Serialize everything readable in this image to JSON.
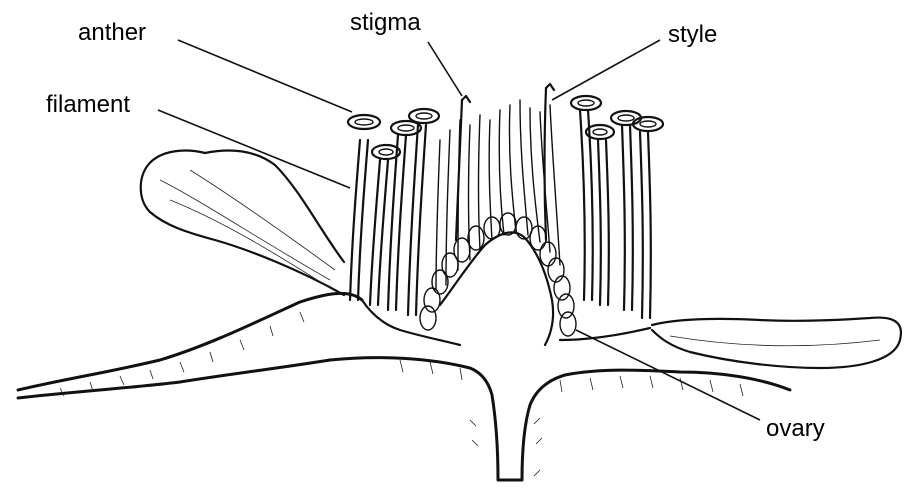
{
  "labels": {
    "anther": "anther",
    "stigma": "stigma",
    "style": "style",
    "filament": "filament",
    "ovary": "ovary"
  }
}
